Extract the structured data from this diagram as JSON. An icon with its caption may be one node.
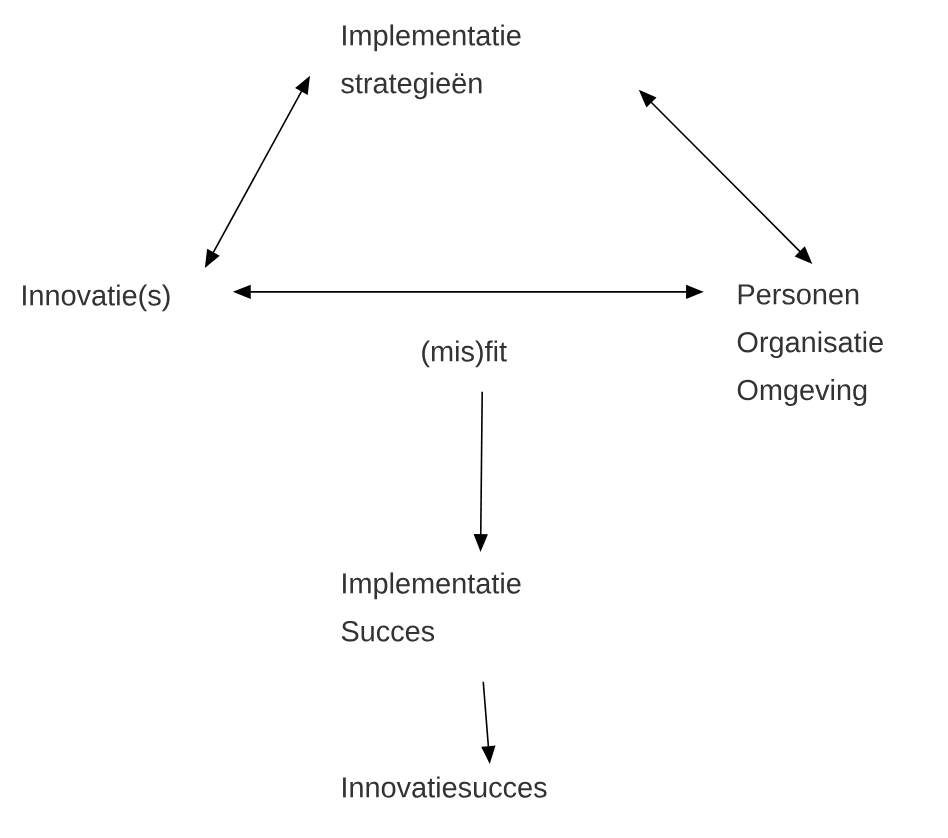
{
  "diagram": {
    "nodes": [
      {
        "text": [
          "Implementatie strategieën"
        ]
      },
      {
        "text": [
          "Innovatie(s)"
        ]
      },
      {
        "text": [
          "Personen Organisatie Omgeving"
        ]
      },
      {
        "text": [
          "(mis)fit"
        ]
      },
      {
        "text": [
          "Implementatie Succes"
        ]
      },
      {
        "text": [
          "Innovatiesucces"
        ]
      }
    ],
    "edges": [
      {
        "from": 0,
        "to": 1,
        "arrow": "both"
      },
      {
        "from": 0,
        "to": 2,
        "arrow": "both"
      },
      {
        "from": 1,
        "to": 2,
        "arrow": "both"
      },
      {
        "from": 3,
        "to": 4,
        "arrow": "to"
      },
      {
        "from": 4,
        "to": 5,
        "arrow": "to"
      }
    ]
  }
}
